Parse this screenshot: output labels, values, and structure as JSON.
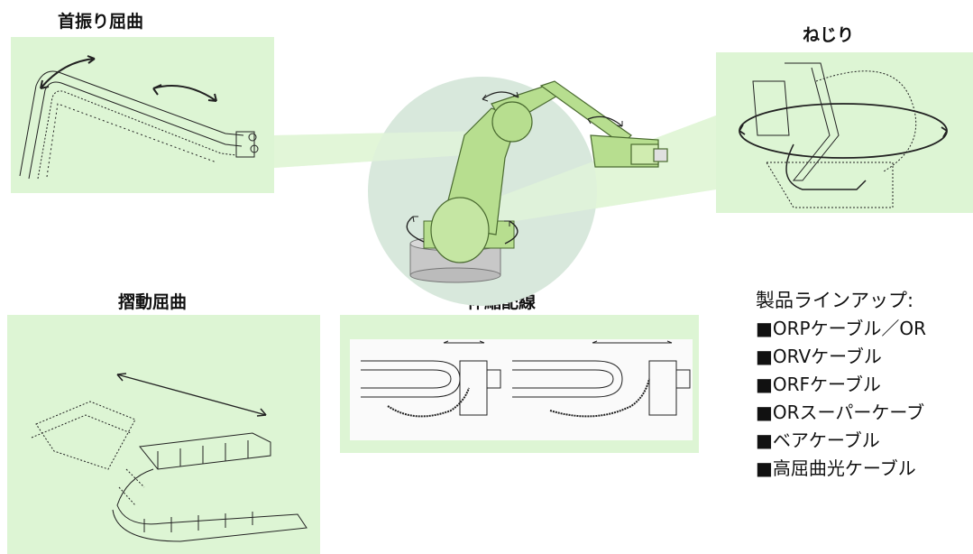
{
  "panels": {
    "neck_bend": {
      "title": "首振り屈曲"
    },
    "twist": {
      "title": "ねじり"
    },
    "sliding_bend": {
      "title": "摺動屈曲"
    },
    "telescopic": {
      "title": "伸縮配線"
    }
  },
  "lineup": {
    "heading": "製品ラインアップ:",
    "items": [
      "■ORPケーブル／OR",
      "■ORVケーブル",
      "■ORFケーブル",
      "■ORスーパーケーブ",
      "■ベアケーブル",
      "■高屈曲光ケーブル"
    ]
  },
  "colors": {
    "panel_bg": "#ddf5d4",
    "robot_green": "#b7de8f",
    "circle_bg": "#d8e8dc",
    "base_gray": "#c8c8c8"
  }
}
